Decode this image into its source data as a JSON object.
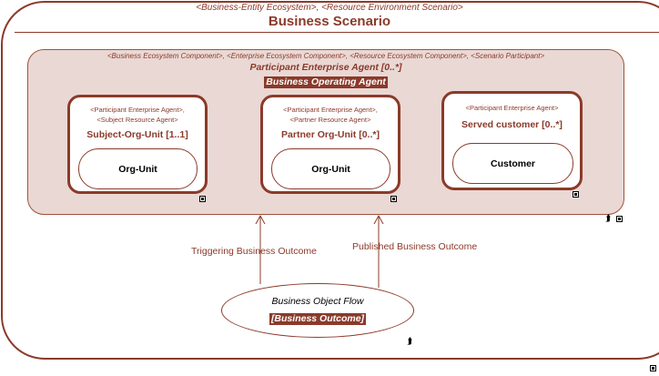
{
  "scenario": {
    "stereotype": "<Business-Entity Ecosystem>, <Resource Environment Scenario>",
    "title": "Business Scenario"
  },
  "agent": {
    "stereotype": "<Business Ecosystem Component>, <Enterprise Ecosystem Component>, <Resource Ecosystem Component>, <Scenario Participant>",
    "title": "Participant Enterprise Agent [0..*]",
    "name": "Business Operating Agent"
  },
  "subagents": [
    {
      "stereotype_line1": "<Participant Enterprise Agent>,",
      "stereotype_line2": "<Subject Resource Agent>",
      "title": "Subject-Org-Unit [1..1]",
      "inner": "Org-Unit"
    },
    {
      "stereotype_line1": "<Participant Enterprise Agent>,",
      "stereotype_line2": "<Partner Resource Agent>",
      "title": "Partner Org-Unit [0..*]",
      "inner": "Org-Unit"
    },
    {
      "stereotype_line1": "<Participant Enterprise Agent>",
      "stereotype_line2": "",
      "title": "Served customer [0..*]",
      "inner": "Customer"
    }
  ],
  "flows": {
    "triggering": "Triggering Business Outcome",
    "published": "Published Business Outcome"
  },
  "object_flow": {
    "label": "Business Object Flow",
    "outcome": "[Business Outcome]"
  },
  "colors": {
    "accent": "#8b3a2a",
    "agent_fill": "#ead8d4"
  }
}
